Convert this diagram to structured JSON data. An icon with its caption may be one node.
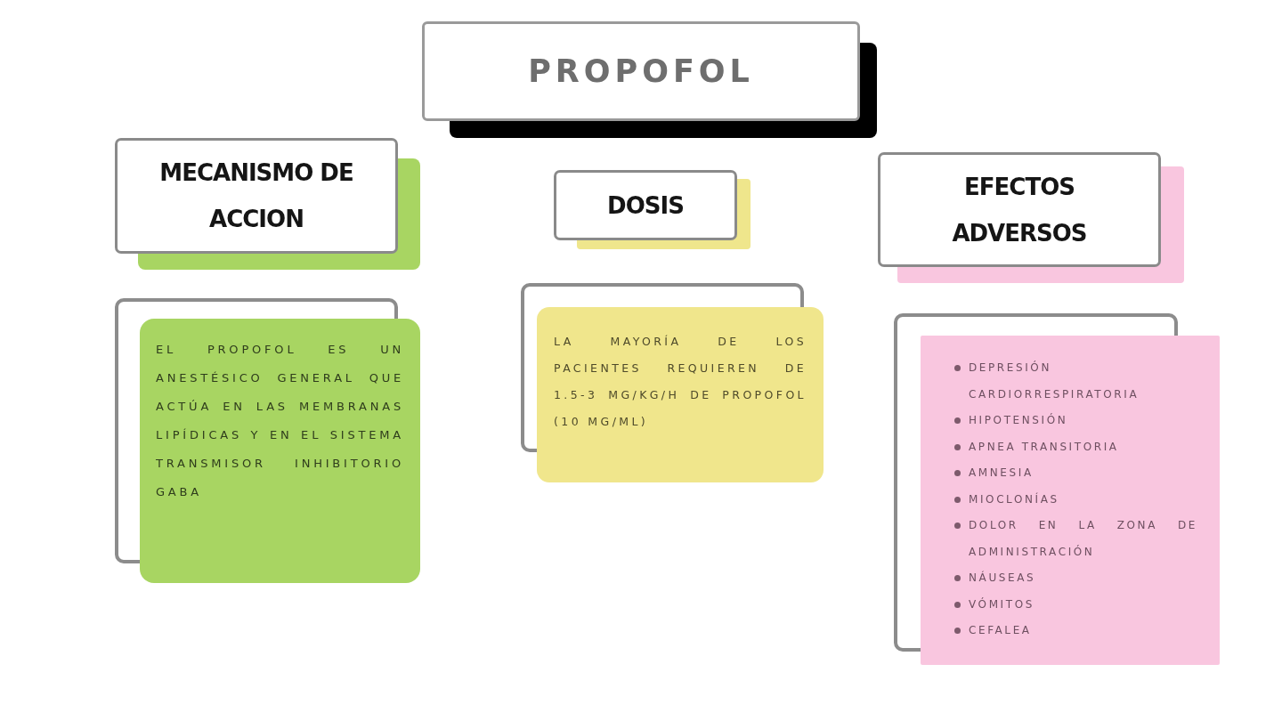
{
  "diagram": {
    "nodes": [
      {
        "text": [
          "PROPOFOL"
        ]
      },
      {
        "text": [
          "MECANISMO DE ACCION"
        ]
      },
      {
        "text": [
          "DOSIS"
        ]
      },
      {
        "text": [
          "EFECTOS ADVERSOS"
        ]
      },
      {
        "text": [
          "EL PROPOFOL ES UN ANESTÉSICO GENERAL QUE ACTÚA EN LAS MEMBRANAS LIPÍDICAS Y EN EL SISTEMA TRANSMISOR INHIBITORIO GABA"
        ]
      },
      {
        "text": [
          "LA MAYORÍA DE LOS PACIENTES REQUIEREN DE 1.5-3 MG/KG/H DE PROPOFOL (10 MG/ML)"
        ]
      },
      {
        "text": [
          "DEPRESIÓN CARDIORRESPIRATORIA",
          "HIPOTENSIÓN",
          "APNEA TRANSITORIA",
          "AMNESIA",
          "MIOCLONÍAS",
          "DOLOR EN LA ZONA DE ADMINISTRACIÓN",
          "NÁUSEAS",
          "VÓMITOS",
          "CEFALEA"
        ]
      }
    ]
  }
}
